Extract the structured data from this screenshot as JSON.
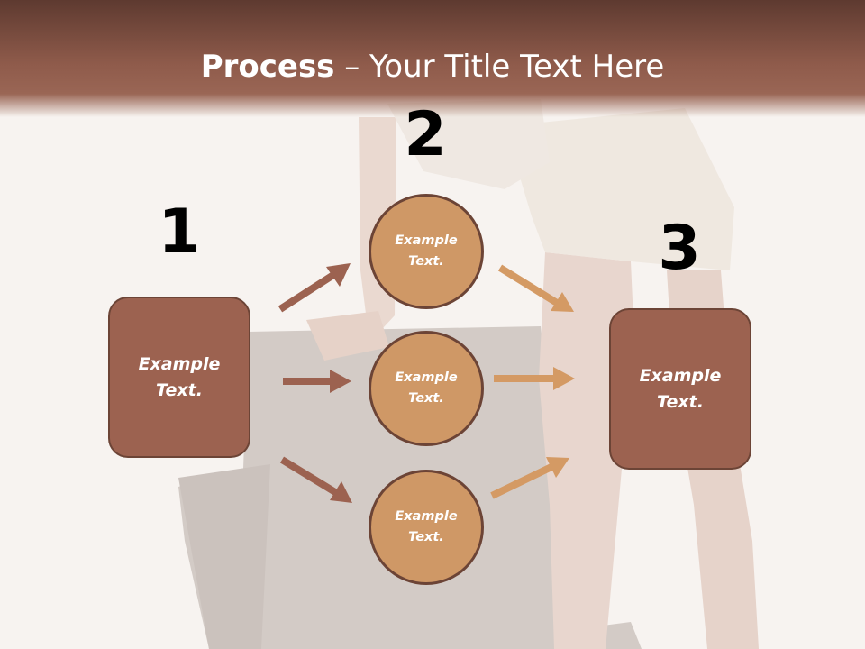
{
  "title": {
    "bold": "Process",
    "rest": " – Your Title Text Here"
  },
  "steps": [
    {
      "number": "1"
    },
    {
      "number": "2"
    },
    {
      "number": "3"
    }
  ],
  "left_box": {
    "line1": "Example",
    "line2": "Text."
  },
  "circles": [
    {
      "line1": "Example",
      "line2": "Text."
    },
    {
      "line1": "Example",
      "line2": "Text."
    },
    {
      "line1": "Example",
      "line2": "Text."
    }
  ],
  "right_box": {
    "line1": "Example",
    "line2": "Text."
  },
  "colors": {
    "title_bar": "#8f5b4b",
    "box_fill": "#9c6250",
    "circle_fill": "#cf9866",
    "outline": "#6c4436",
    "arrow_left": "#9c6250",
    "arrow_right": "#d49a64"
  }
}
